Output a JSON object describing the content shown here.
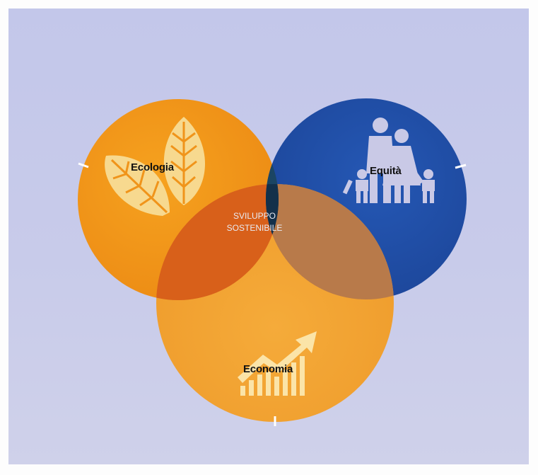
{
  "diagram": {
    "center_line1": "SVILUPPO",
    "center_line2": "SOSTENIBILE",
    "circles": [
      {
        "label": "Ecologia",
        "icon": "leaves-icon",
        "color": "#f0941a"
      },
      {
        "label": "Equità",
        "icon": "family-icon",
        "color": "#1f4fa8"
      },
      {
        "label": "Economia",
        "icon": "growth-chart-icon",
        "color": "#f2a433"
      }
    ]
  }
}
